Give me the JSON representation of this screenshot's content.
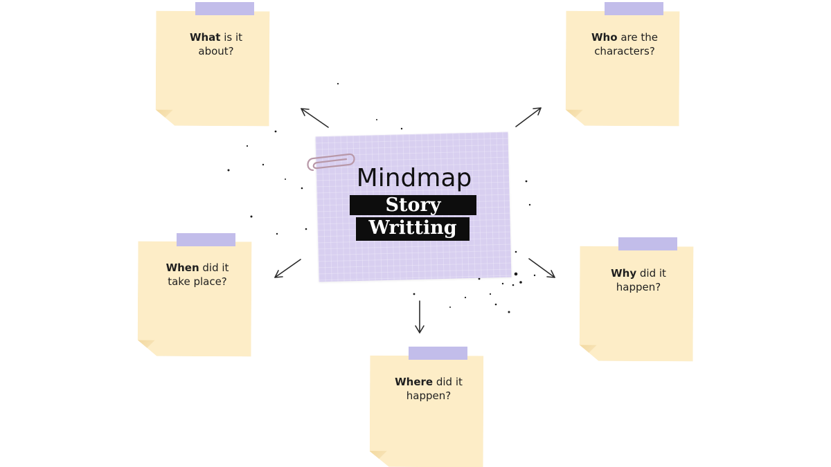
{
  "center": {
    "title": "Mindmap",
    "subtitle_line1": "Story",
    "subtitle_line2": "Writting"
  },
  "notes": [
    {
      "bold": "What",
      "rest_line1": " is it",
      "line2": "about?"
    },
    {
      "bold": "Who",
      "rest_line1": " are the",
      "line2": "characters?"
    },
    {
      "bold": "When",
      "rest_line1": " did it",
      "line2": "take place?"
    },
    {
      "bold": "Where",
      "rest_line1": " did it",
      "line2": "happen?"
    },
    {
      "bold": "Why",
      "rest_line1": " did it",
      "line2": "happen?"
    }
  ],
  "colors": {
    "note_fill": "#fdedc7",
    "tape": "#c2bdea",
    "center_card": "#d8cff0",
    "label_bg": "#0d0d0d",
    "arrow": "#2a2a2a"
  },
  "icons": {
    "paperclip": "paperclip-icon",
    "arrow": "arrow-icon"
  }
}
